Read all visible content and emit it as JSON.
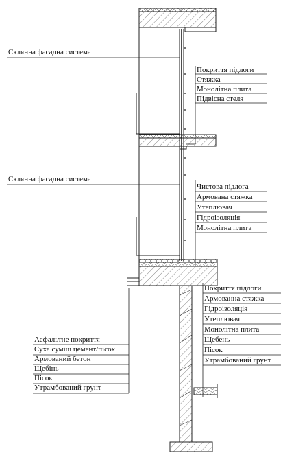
{
  "labels": {
    "facade_top": "Склянна фасадна система",
    "facade_mid": "Склянна фасадна система"
  },
  "layer_groups": {
    "floor_upper": [
      "Покриття підлоги",
      "Стяжка",
      "Монолітна плита",
      "Підвісна стеля"
    ],
    "floor_ground": [
      "Чистова підлога",
      "Армована стяжка",
      "Утеплювач",
      "Гідроізоляція",
      "Монолітна плита"
    ],
    "basement": [
      "Покриття підлоги",
      "Армованна стяжка",
      "Гідроізоляція",
      "Утеплювач",
      "Монолітна плита",
      "Щебень",
      "Пісок",
      "Утрамбований грунт"
    ],
    "pavement": [
      "Асфальтне покриття",
      "Суха суміш цемент/пісок",
      "Армований бетон",
      "Щебінь",
      "Пісок",
      "Утрамбований грунт"
    ]
  }
}
